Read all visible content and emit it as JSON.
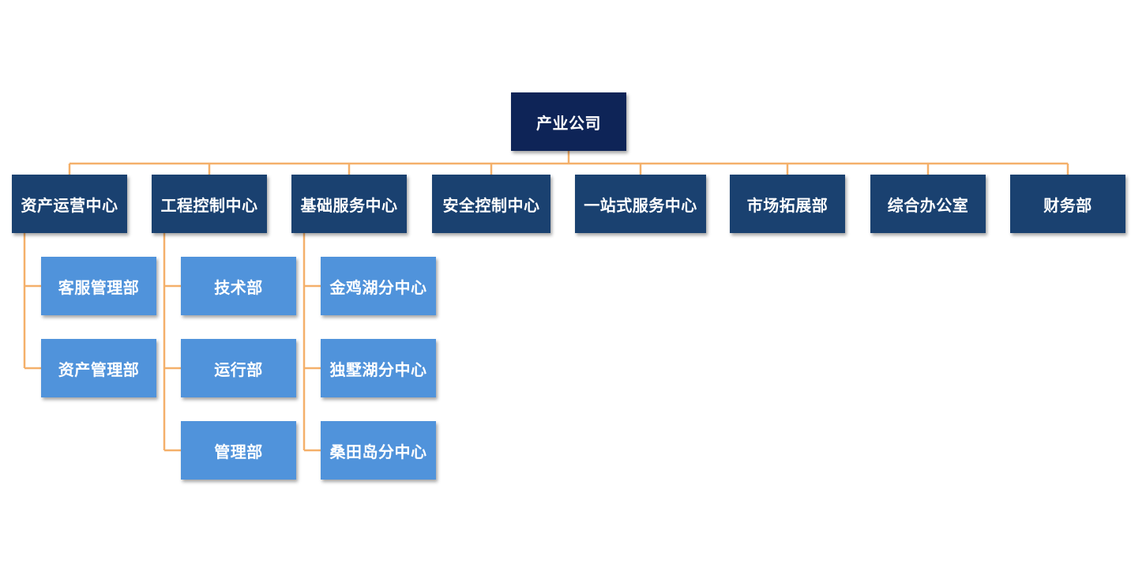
{
  "colors": {
    "root_fill": "#0e2457",
    "level1_fill": "#1a4170",
    "level2_fill": "#5093db",
    "connector": "#f4b06a",
    "text": "#ffffff"
  },
  "org_chart": {
    "root": {
      "label": "产业公司"
    },
    "departments": [
      {
        "label": "资产运营中心",
        "children": [
          {
            "label": "客服管理部"
          },
          {
            "label": "资产管理部"
          }
        ]
      },
      {
        "label": "工程控制中心",
        "children": [
          {
            "label": "技术部"
          },
          {
            "label": "运行部"
          },
          {
            "label": "管理部"
          }
        ]
      },
      {
        "label": "基础服务中心",
        "children": [
          {
            "label": "金鸡湖分中心"
          },
          {
            "label": "独墅湖分中心"
          },
          {
            "label": "桑田岛分中心"
          }
        ]
      },
      {
        "label": "安全控制中心",
        "children": []
      },
      {
        "label": "一站式服务中心",
        "children": []
      },
      {
        "label": "市场拓展部",
        "children": []
      },
      {
        "label": "综合办公室",
        "children": []
      },
      {
        "label": "财务部",
        "children": []
      }
    ]
  }
}
